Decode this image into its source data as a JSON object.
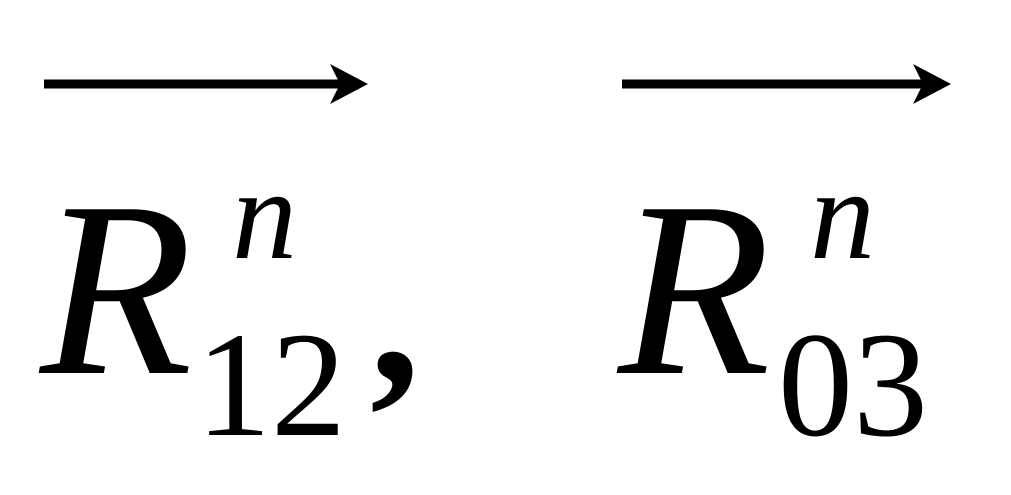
{
  "terms": [
    {
      "base": "R",
      "superscript": "n",
      "subscript": "12"
    },
    {
      "base": "R",
      "superscript": "n",
      "subscript": "03"
    }
  ],
  "separator": ","
}
